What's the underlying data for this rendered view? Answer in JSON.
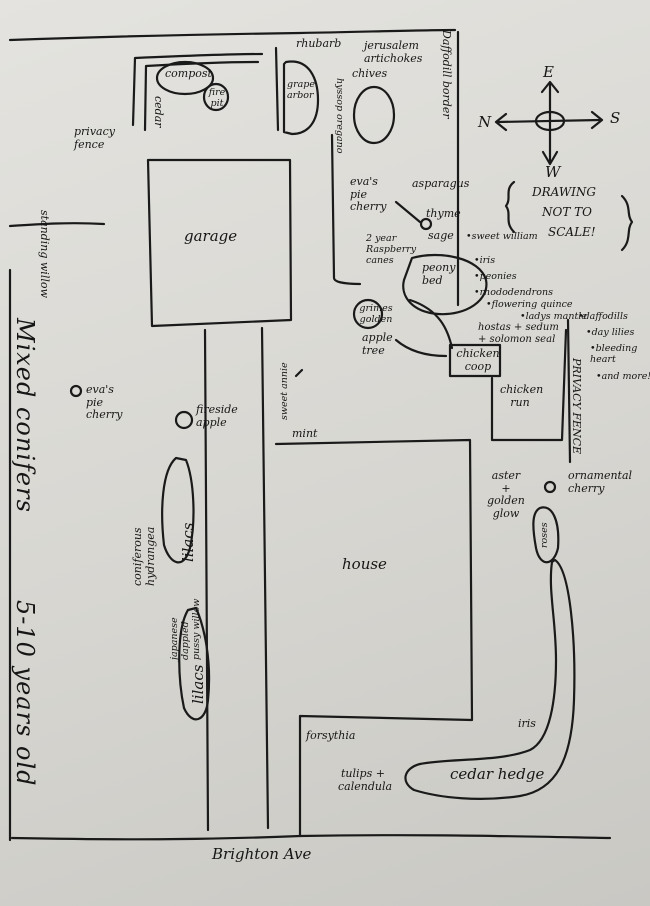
{
  "street": "Brighton Ave",
  "compass": {
    "north": "N",
    "south": "S",
    "east": "E",
    "west": "W"
  },
  "note": {
    "line1": "DRAWING",
    "line2": "NOT TO",
    "line3": "SCALE!"
  },
  "structures": {
    "garage": "garage",
    "house": "house",
    "chicken_coop": "chicken coop",
    "chicken_run": "chicken run",
    "grape_arbor": "grape arbor",
    "fire_pit": "fire pit",
    "compost": "compost",
    "privacy_fence_nw": "privacy fence",
    "privacy_fence_e": "PRIVACY FENCE"
  },
  "plants": {
    "rhubarb": "rhubarb",
    "jerusalem_artichokes": "jerusalem artichokes",
    "daffodill_border": "Daffodill border",
    "chives": "chives",
    "hyssop_oregano": "hyssop oregano",
    "cedar_nw": "cedar",
    "asparagus": "asparagus",
    "evas_pie_cherry_n": "eva's pie cherry",
    "thyme": "thyme",
    "sage": "sage",
    "raspberry": "2 year Raspberry canes",
    "peony_bed": "peony bed",
    "grimes_golden": "grimes golden",
    "apple_tree": "apple tree",
    "bed_list": [
      "•sweet william",
      "•iris",
      "•peonies",
      "•rhododendrons",
      "•flowering quince",
      "•ladys mantle"
    ],
    "hostas": "hostas + sedum + solomon seal",
    "east_list": [
      "•daffodills",
      "•day lilies",
      "•bleeding heart",
      "•and more!"
    ],
    "standing_willow": "standing willow",
    "mixed_conifers": "Mixed conifers",
    "conifer_age": "5-10 years old",
    "evas_pie_cherry_w": "eva's pie cherry",
    "fireside_apple": "fireside apple",
    "sweet_annie": "sweet annie",
    "mint": "mint",
    "lilacs_top": "lilacs",
    "coniferous_hydrangea": "coniferous hydrangea",
    "japanese_willow": "japanese dappled pussy willow",
    "lilacs_bottom": "lilacs",
    "aster": "aster + golden glow",
    "ornamental_cherry": "ornamental cherry",
    "roses": "roses",
    "forsythia": "forsythia",
    "tulips": "tulips + calendula",
    "iris_se": "iris",
    "cedar_hedge": "cedar hedge"
  }
}
